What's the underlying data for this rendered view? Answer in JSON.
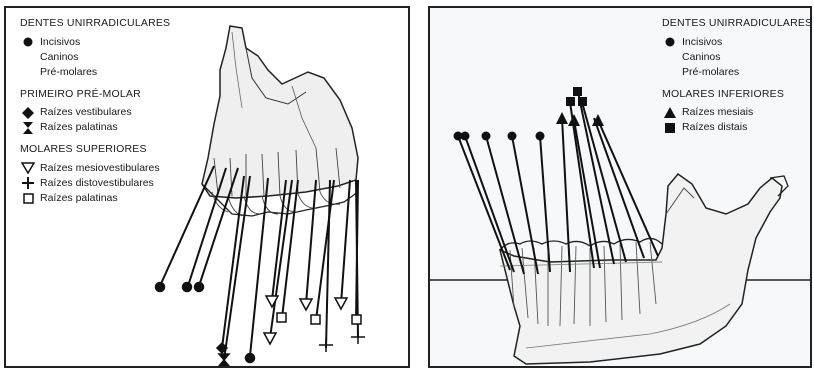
{
  "left_panel": {
    "legend": {
      "group1_title": "DENTES UNIRRADICULARES",
      "group1_items": [
        "Incisivos",
        "Caninos",
        "Pré-molares"
      ],
      "group1_icons": [
        "filled-circle-icon"
      ],
      "group2_title": "PRIMEIRO PRÉ-MOLAR",
      "group2_items": [
        "Raízes vestibulares",
        "Raízes palatinas"
      ],
      "group2_icons": [
        "filled-diamond-icon",
        "hourglass-icon"
      ],
      "group3_title": "MOLARES SUPERIORES",
      "group3_items": [
        "Raízes mesiovestibulares",
        "Raízes distovestibulares",
        "Raízes palatinas"
      ],
      "group3_icons": [
        "open-triangle-down-icon",
        "plus-cross-icon",
        "open-square-icon"
      ]
    }
  },
  "right_panel": {
    "legend": {
      "group1_title": "DENTES UNIRRADICULARES",
      "group1_items": [
        "Incisivos",
        "Caninos",
        "Pré-molares"
      ],
      "group1_icons": [
        "filled-circle-icon"
      ],
      "group2_title": "MOLARES INFERIORES",
      "group2_items": [
        "Raízes mesiais",
        "Raízes distais"
      ],
      "group2_icons": [
        "filled-triangle-up-icon",
        "filled-square-icon"
      ]
    }
  },
  "colors": {
    "ink": "#111111",
    "bone": "#f1f1f1",
    "background": "#ffffff"
  }
}
